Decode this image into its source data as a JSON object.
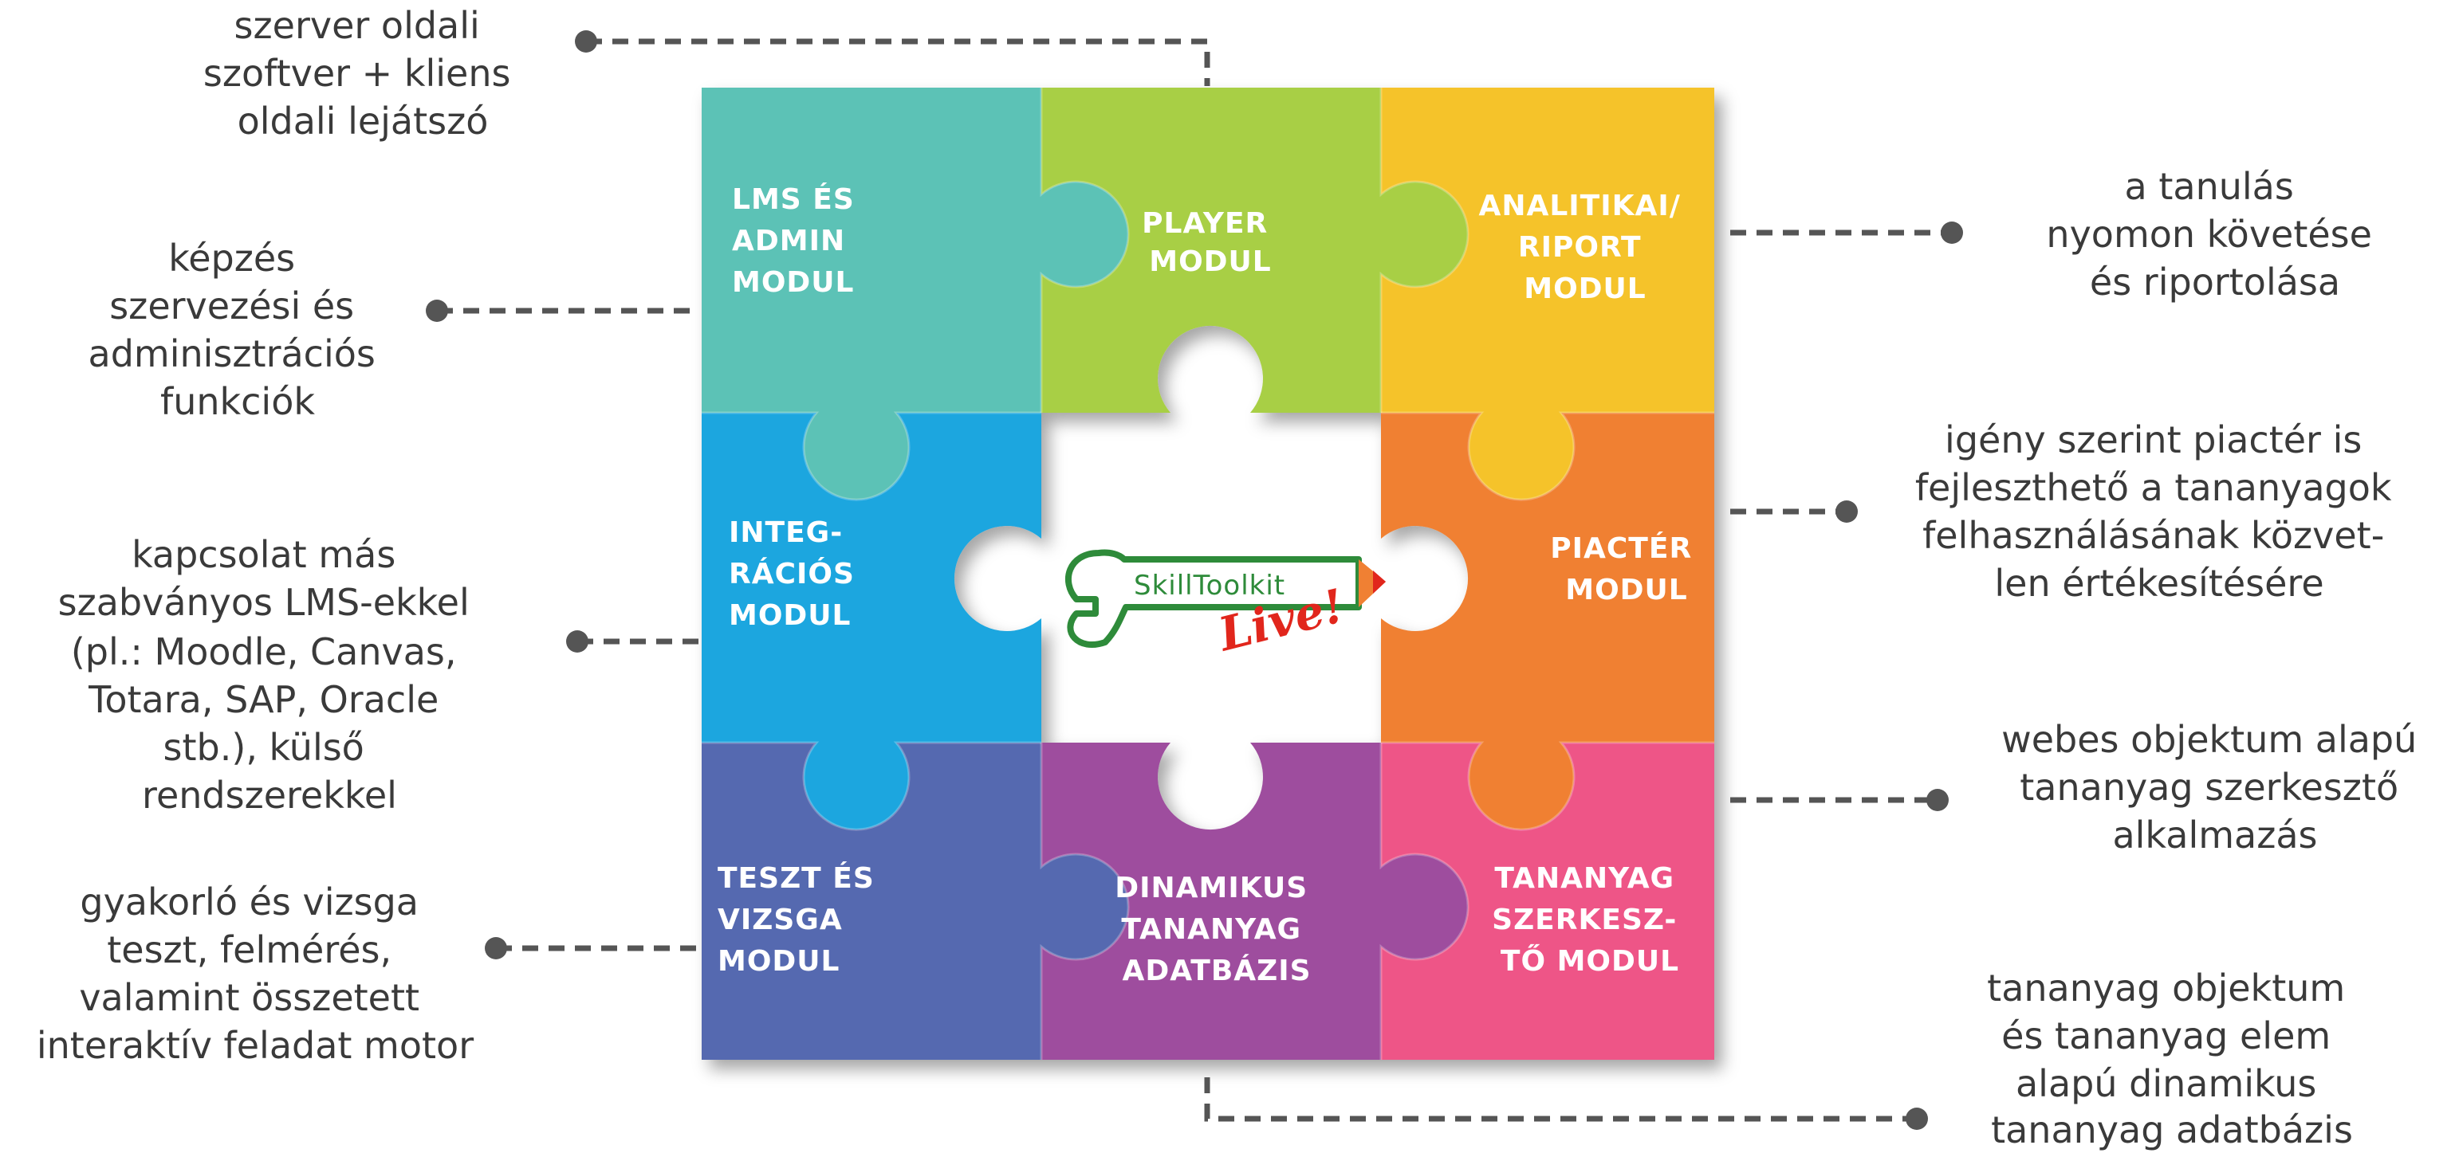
{
  "colors": {
    "lms": "#5CC2B6",
    "player": "#A8CF45",
    "analytics": "#F5C32C",
    "integration": "#1FA6DF",
    "marketplace": "#F08033",
    "test": "#5469B0",
    "database": "#9E4D9E",
    "editor": "#EE5487",
    "leader": "#555555",
    "note_text": "#3a3a3a"
  },
  "pieces": {
    "lms": [
      "LMS ÉS",
      "ADMIN",
      "MODUL"
    ],
    "player": [
      "PLAYER",
      "MODUL"
    ],
    "analytics": [
      "ANALITIKAI/",
      "RIPORT",
      "MODUL"
    ],
    "integration": [
      "INTEG-",
      "RÁCIÓS",
      "MODUL"
    ],
    "marketplace": [
      "PIACTÉR",
      "MODUL"
    ],
    "test": [
      "TESZT ÉS",
      "VIZSGA",
      "MODUL"
    ],
    "database": [
      "DINAMIKUS",
      "TANANYAG",
      "ADATBÁZIS"
    ],
    "editor": [
      "TANANYAG",
      "SZERKESZ-",
      "TŐ MODUL"
    ]
  },
  "logo": {
    "name": "SkillToolkit",
    "tagline": "Live!",
    "name_color": "#2E8B3A",
    "tagline_color": "#E1261C"
  },
  "notes": {
    "player": [
      "szerver oldali",
      "szoftver + kliens",
      "oldali lejátszó"
    ],
    "lms": [
      "képzés",
      "szervezési és",
      "adminisztrációs",
      "funkciók"
    ],
    "integration": [
      "kapcsolat más",
      "szabványos LMS-ekkel",
      "(pl.: Moodle, Canvas,",
      "Totara, SAP, Oracle",
      "stb.), külső",
      "rendszerekkel"
    ],
    "test": [
      "gyakorló és vizsga",
      "teszt, felmérés,",
      "valamint összetett",
      "interaktív feladat motor"
    ],
    "analytics": [
      "a tanulás",
      "nyomon követése",
      "és riportolása"
    ],
    "marketplace": [
      "igény szerint piactér is",
      "fejleszthető a tananyagok",
      "felhasználásának közvet-",
      "len értékesítésére"
    ],
    "editor": [
      "webes objektum alapú",
      "tananyag szerkesztő",
      "alkalmazás"
    ],
    "database": [
      "tananyag objektum",
      "és tananyag elem",
      "alapú dinamikus",
      "tananyag adatbázis"
    ]
  }
}
